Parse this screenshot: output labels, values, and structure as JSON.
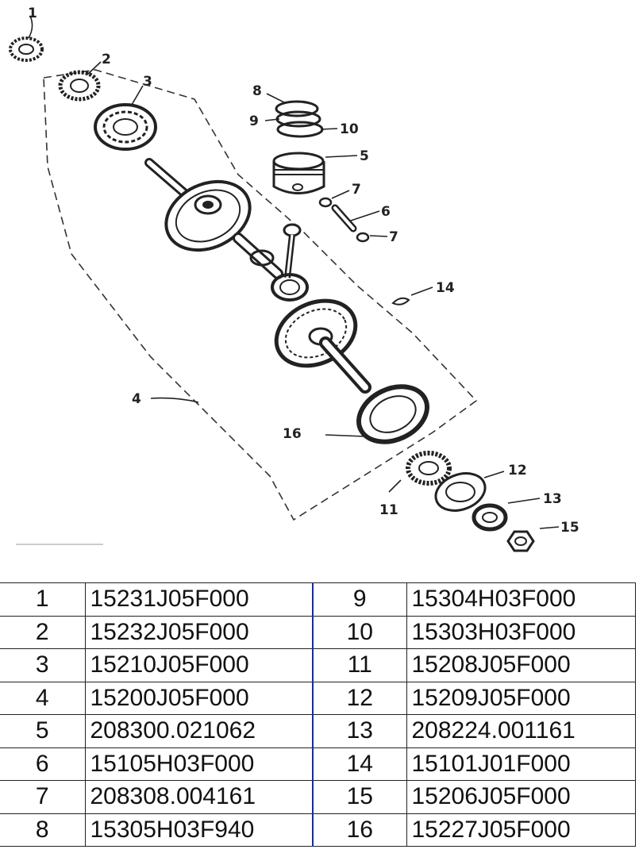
{
  "diagram": {
    "callouts": [
      "1",
      "2",
      "3",
      "4",
      "5",
      "6",
      "7",
      "7",
      "8",
      "9",
      "10",
      "11",
      "12",
      "13",
      "14",
      "15",
      "16"
    ]
  },
  "parts_table": {
    "rows": [
      {
        "left_num": "1",
        "left_code": "15231J05F000",
        "right_num": "9",
        "right_code": "15304H03F000"
      },
      {
        "left_num": "2",
        "left_code": "15232J05F000",
        "right_num": "10",
        "right_code": "15303H03F000"
      },
      {
        "left_num": "3",
        "left_code": "15210J05F000",
        "right_num": "11",
        "right_code": "15208J05F000"
      },
      {
        "left_num": "4",
        "left_code": "15200J05F000",
        "right_num": "12",
        "right_code": "15209J05F000"
      },
      {
        "left_num": "5",
        "left_code": "208300.021062",
        "right_num": "13",
        "right_code": "208224.001161"
      },
      {
        "left_num": "6",
        "left_code": "15105H03F000",
        "right_num": "14",
        "right_code": "15101J01F000"
      },
      {
        "left_num": "7",
        "left_code": "208308.004161",
        "right_num": "15",
        "right_code": "15206J05F000"
      },
      {
        "left_num": "8",
        "left_code": "15305H03F940",
        "right_num": "16",
        "right_code": "15227J05F000"
      }
    ]
  }
}
